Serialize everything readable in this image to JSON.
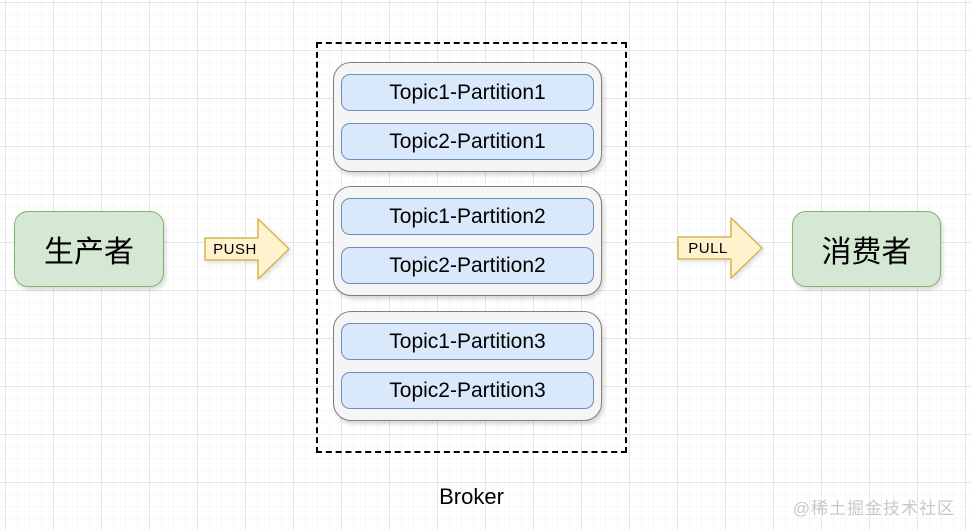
{
  "diagram": {
    "producer": {
      "label": "生产者"
    },
    "consumer": {
      "label": "消费者"
    },
    "push_arrow": {
      "label": "PUSH"
    },
    "pull_arrow": {
      "label": "PULL"
    },
    "broker": {
      "label": "Broker",
      "groups": [
        {
          "partitions": [
            "Topic1-Partition1",
            "Topic2-Partition1"
          ]
        },
        {
          "partitions": [
            "Topic1-Partition2",
            "Topic2-Partition2"
          ]
        },
        {
          "partitions": [
            "Topic1-Partition3",
            "Topic2-Partition3"
          ]
        }
      ]
    },
    "watermark": "@稀土掘金技术社区",
    "colors": {
      "node_green_fill": "#d5e8d4",
      "node_green_border": "#82b366",
      "partition_blue_fill": "#dae8fc",
      "partition_blue_border": "#6c8ebf",
      "group_gray_fill": "#f5f5f5",
      "group_gray_border": "#7f7f7f",
      "arrow_yellow_fill": "#fff2cc",
      "arrow_yellow_border": "#d6b656",
      "broker_border": "#000000",
      "watermark_gray": "#c9c9c9"
    }
  }
}
